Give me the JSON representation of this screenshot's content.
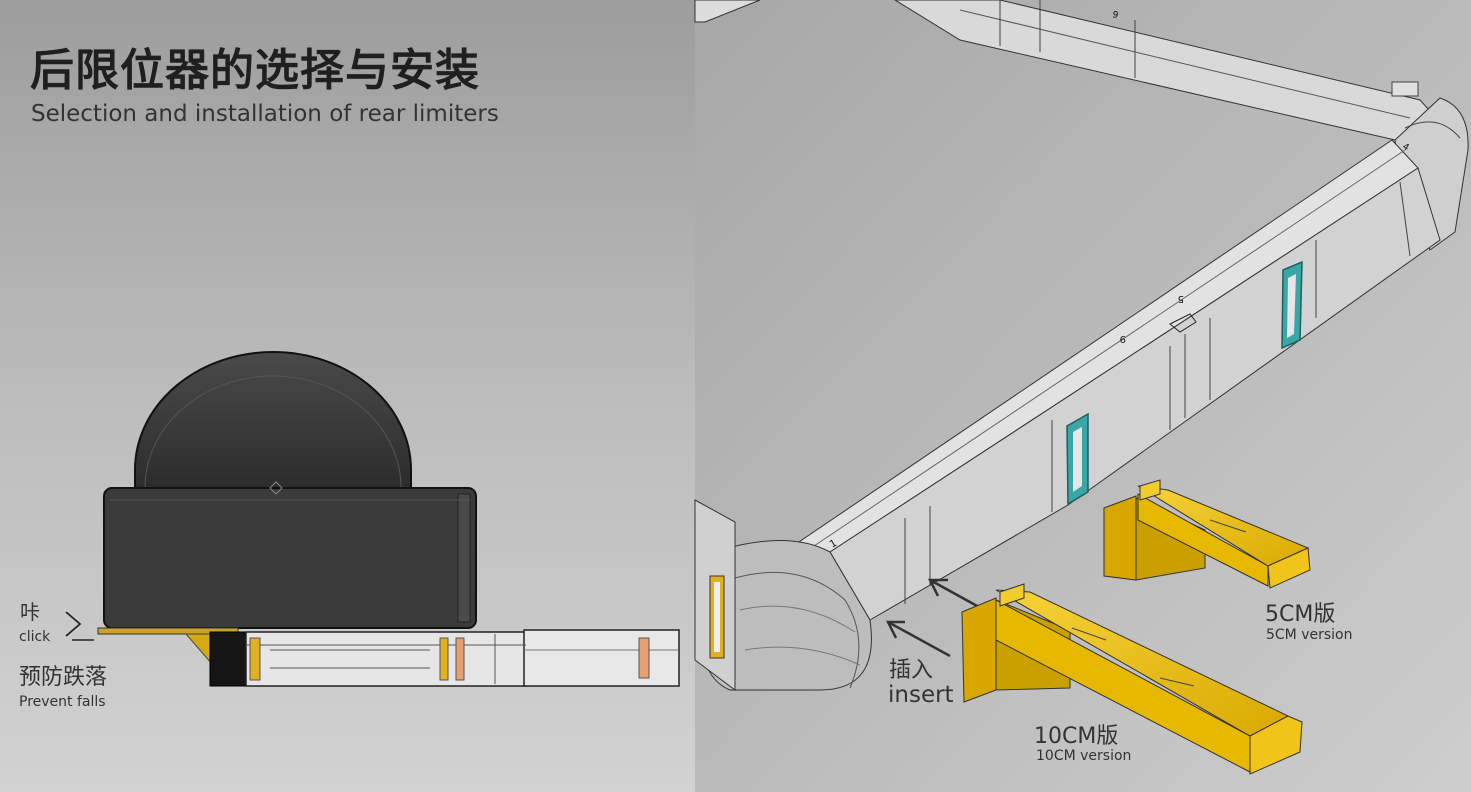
{
  "title": {
    "zh": "后限位器的选择与安装",
    "en": "Selection and installation of rear limiters"
  },
  "labels": {
    "click_zh": "咔",
    "click_en": "click",
    "prevent_zh": "预防跌落",
    "prevent_en": "Prevent falls",
    "insert_zh": "插入",
    "insert_en": "insert",
    "ten_zh": "10CM版",
    "ten_en": "10CM version",
    "five_zh": "5CM版",
    "five_en": "5CM version"
  },
  "frame_markings": [
    "1",
    "4",
    "5",
    "6",
    "9"
  ],
  "colors": {
    "background_light": "#c9c9c9",
    "background_dark": "#9f9f9f",
    "robot_body": "#3a3a3a",
    "limiter_yellow": "#f0c419",
    "slot_teal": "#3aa7a6",
    "frame_gray": "#d8d8d8"
  }
}
